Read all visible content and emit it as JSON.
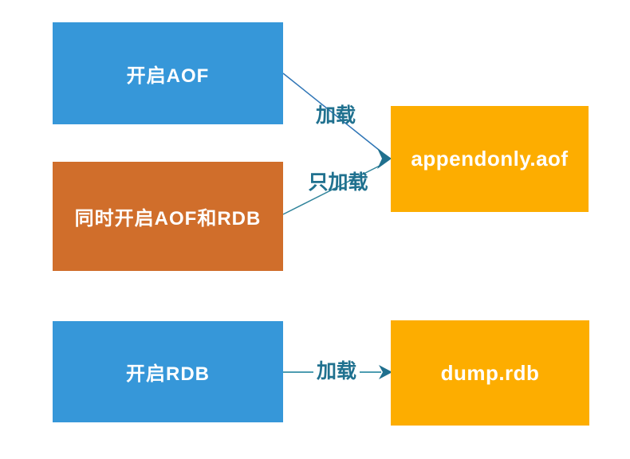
{
  "diagram": {
    "title_hint": "Redis persistence loading flow",
    "background_color": "#ffffff",
    "nodes": [
      {
        "id": "aof-enabled",
        "label": "开启AOF",
        "shape": "rectangle",
        "color": "#3697d9",
        "text_color": "#ffffff"
      },
      {
        "id": "both-enabled",
        "label": "同时开启AOF和RDB",
        "shape": "rectangle",
        "color": "#d06e2b",
        "text_color": "#ffffff"
      },
      {
        "id": "rdb-enabled",
        "label": "开启RDB",
        "shape": "rectangle",
        "color": "#3697d9",
        "text_color": "#ffffff"
      },
      {
        "id": "appendonly-file",
        "label": "appendonly.aof",
        "shape": "rectangle",
        "color": "#fdad00",
        "text_color": "#ffffff"
      },
      {
        "id": "dump-file",
        "label": "dump.rdb",
        "shape": "rectangle",
        "color": "#fdad00",
        "text_color": "#ffffff"
      }
    ],
    "edges": [
      {
        "id": "aof-to-appendonly",
        "from": "aof-enabled",
        "to": "appendonly-file",
        "label": "加载",
        "line_color": "#2e75b6",
        "arrow_color": "#20708e",
        "label_color": "#20718f"
      },
      {
        "id": "both-to-appendonly",
        "from": "both-enabled",
        "to": "appendonly-file",
        "label": "只加载",
        "line_color": "#31849b",
        "arrow_color": "#20708e",
        "label_color": "#20718f"
      },
      {
        "id": "rdb-to-dump",
        "from": "rdb-enabled",
        "to": "dump-file",
        "label": "加载",
        "line_color": "#4e9db1",
        "arrow_color": "#20708e",
        "label_color": "#20718f"
      }
    ]
  }
}
